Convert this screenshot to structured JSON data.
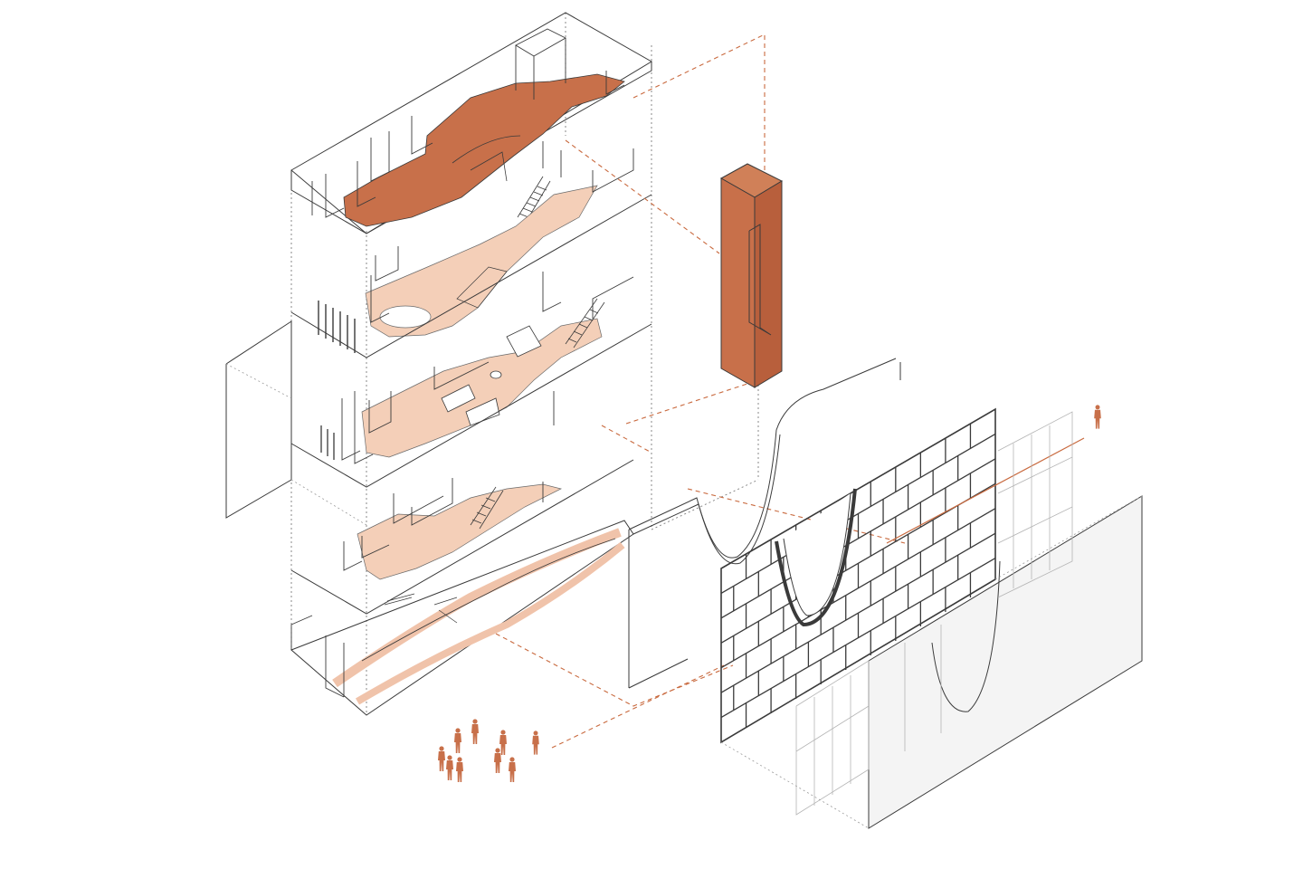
{
  "diagram": {
    "type": "exploded-axonometric-architecture",
    "colors": {
      "background": "#ffffff",
      "line": "#3a3a3a",
      "thin_line": "#9a9a9a",
      "accent": "#c8704a",
      "accent_dark": "#b85f3c",
      "accent_light": "#f0c3aa",
      "accent_pale": "#f7dccb",
      "dashed": "#c96a3f"
    },
    "elements": [
      "building-frame",
      "floor-plate-top",
      "floor-plate-middle",
      "floor-plate-ground",
      "ramp-level",
      "core-tower",
      "curved-facade-membrane",
      "facade-grid-screen",
      "back-wall-panel",
      "pedestrian-group",
      "lone-pedestrian"
    ]
  }
}
